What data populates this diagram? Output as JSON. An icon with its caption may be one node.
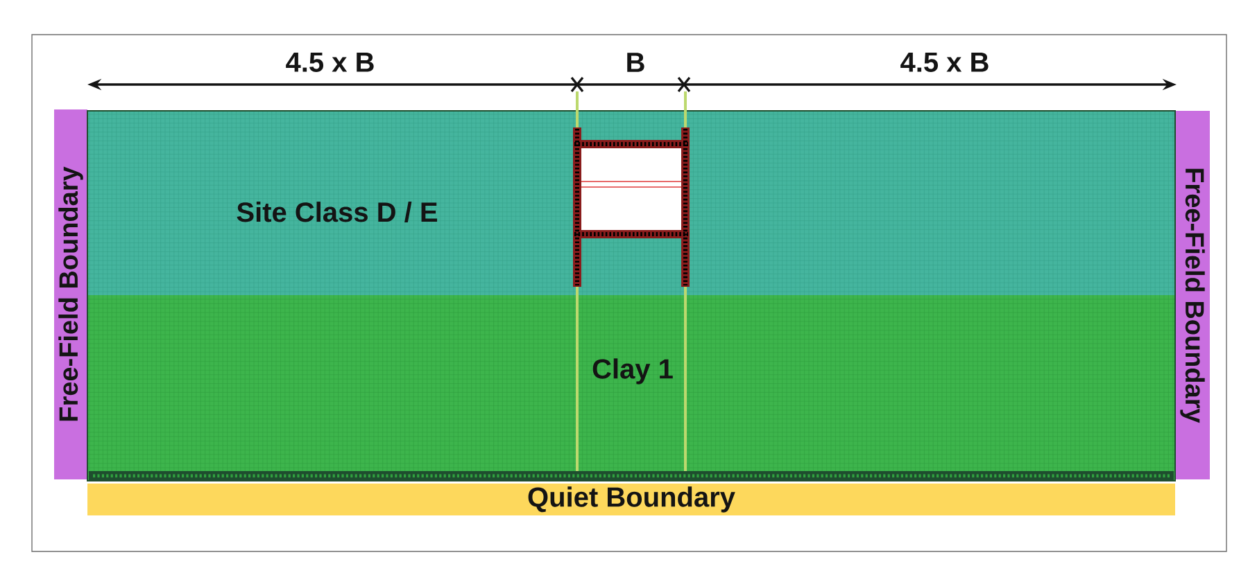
{
  "diagram": {
    "nodes": [
      {
        "text": [
          "Free-Field Boundary"
        ]
      },
      {
        "text": [
          "Site Class D / E"
        ]
      },
      {
        "text": [
          "Clay 1"
        ]
      },
      {
        "text": [
          "Free-Field Boundary"
        ]
      },
      {
        "text": [
          "Quiet Boundary"
        ]
      }
    ],
    "labels": [
      "4.5 x B",
      "B",
      "4.5 x B"
    ]
  }
}
